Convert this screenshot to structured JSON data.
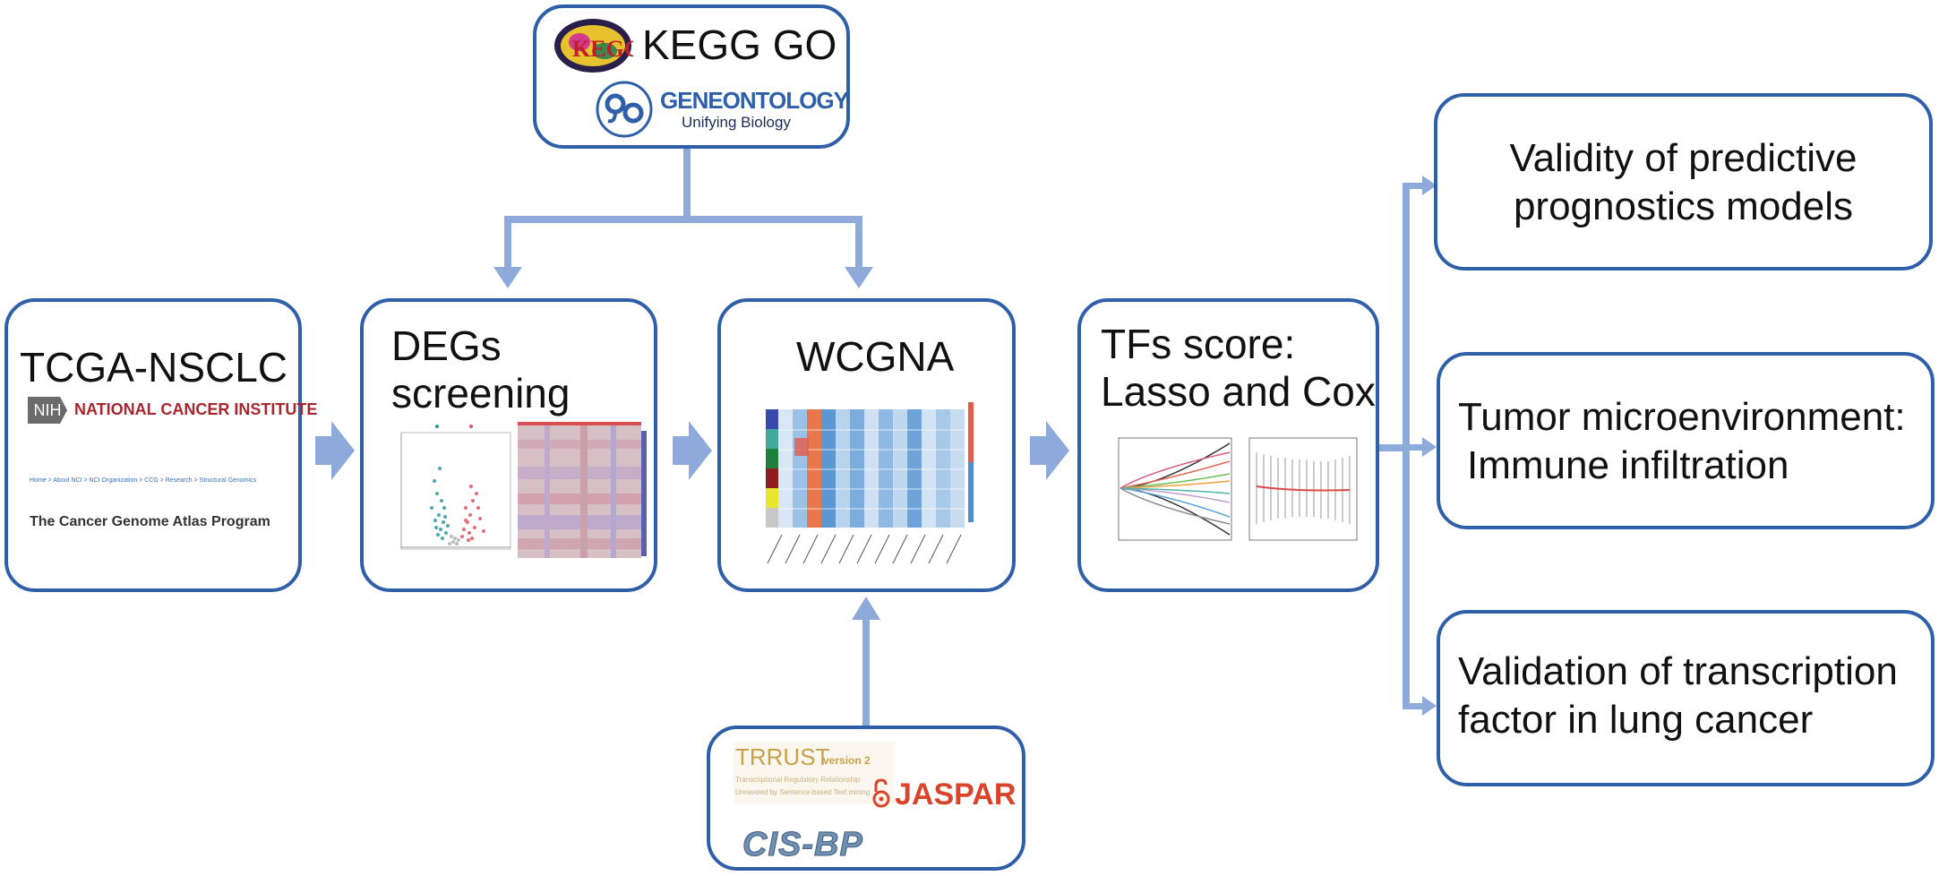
{
  "kegg_go": {
    "title": "KEGG GO",
    "kegg_logo_text": "KEGG",
    "geneontology_name": "GENEONTOLOGY",
    "geneontology_tagline": "Unifying Biology"
  },
  "tcga": {
    "title": "TCGA-NSCLC",
    "nih_badge": "NIH",
    "institute_name": "NATIONAL CANCER INSTITUTE",
    "breadcrumb": "Home > About NCI > NCI Organization > CCG > Research > Structural Genomics",
    "program_title": "The Cancer Genome Atlas Program"
  },
  "degs": {
    "title_line1": "DEGs",
    "title_line2": "screening"
  },
  "wcgna": {
    "title": "WCGNA"
  },
  "tfs": {
    "title_line1": "TFs score:",
    "title_line2": "Lasso and Cox"
  },
  "databases": {
    "trrust_name": "TRRUST",
    "trrust_version": "version 2",
    "trrust_sub1": "Transcriptional Regulatory Relationship",
    "trrust_sub2": "Unraveled by Sentence-based Text mining",
    "jaspar_name": "JASPAR",
    "cisbp_name": "CIS-BP"
  },
  "outputs": [
    {
      "line1": "Validity of predictive",
      "line2": "prognostics models"
    },
    {
      "line1": "Tumor microenvironment:",
      "line2": "Immune infiltration"
    },
    {
      "line1": "Validation of transcription",
      "line2": "factor in lung cancer"
    }
  ],
  "colors": {
    "box_border": "#2e5fa8",
    "connector": "#8eaadb",
    "nih_red": "#a8262e",
    "jaspar_red": "#d9442b",
    "trrust_gold": "#c8a24a",
    "cisbp_blue": "#6f8fb3"
  }
}
